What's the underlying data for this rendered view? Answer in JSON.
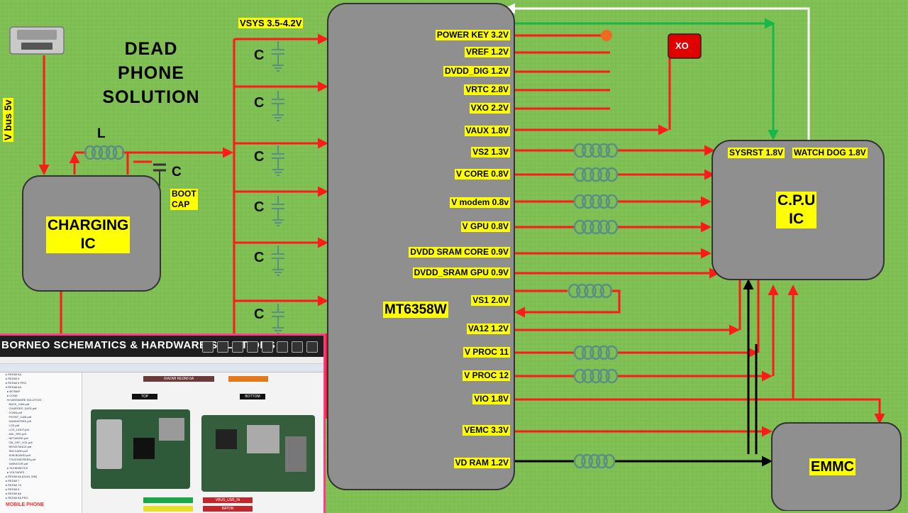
{
  "title_lines": [
    "DEAD",
    "PHONE",
    "SOLUTION"
  ],
  "vbus_label": "V bus 5v",
  "inductor_label": "L",
  "boot_cap_c": "C",
  "boot_cap_label": [
    "BOOT",
    "CAP"
  ],
  "charging_ic": [
    "CHARGING",
    "IC"
  ],
  "vsys_label": "VSYS 3.5-4.2V",
  "cap_label": "C",
  "pmic_label": "MT6358W",
  "xo_label": "XO",
  "cpu_label": [
    "C.P.U",
    "IC"
  ],
  "sysrst_label": "SYSRST 1.8V",
  "watchdog_label": "WATCH DOG 1.8V",
  "emmc_label": "EMMC",
  "pmic_pins": [
    "POWER KEY 3.2V",
    "VREF 1.2V",
    "DVDD_DIG 1.2V",
    "VRTC 2.8V",
    "VXO 2.2V",
    "VAUX 1.8V",
    "VS2 1.3V",
    "V CORE 0.8V",
    "V modem 0.8v",
    "V GPU 0.8V",
    "DVDD SRAM CORE 0.9V",
    "DVDD_SRAM GPU 0.9V",
    "VS1 2.0V",
    "VA12 1.2V",
    "V PROC 11",
    "V PROC 12",
    "VIO 1.8V",
    "VEMC 3.3V",
    "VD RAM 1.2V"
  ],
  "inset": {
    "brand": "BORNEO SCHEMATICS & HARDWARE SOLUTIONS",
    "doc_header": "XIAOMI REDMI 6A",
    "top_label": "TOP",
    "bottom_label": "BOTTOM",
    "tag_top": "VBUS_USB_IN",
    "tag_bot": "BATON",
    "logo": "MOBILE PHONE"
  },
  "colors": {
    "background": "#7fbf53",
    "wire_red": "#ff1a1a",
    "wire_green": "#16b84a",
    "wire_white": "#ffffff",
    "wire_black": "#000000",
    "chip_fill": "#8f8f8f",
    "label_bg": "#ffff00",
    "coil": "#5a8f86"
  }
}
